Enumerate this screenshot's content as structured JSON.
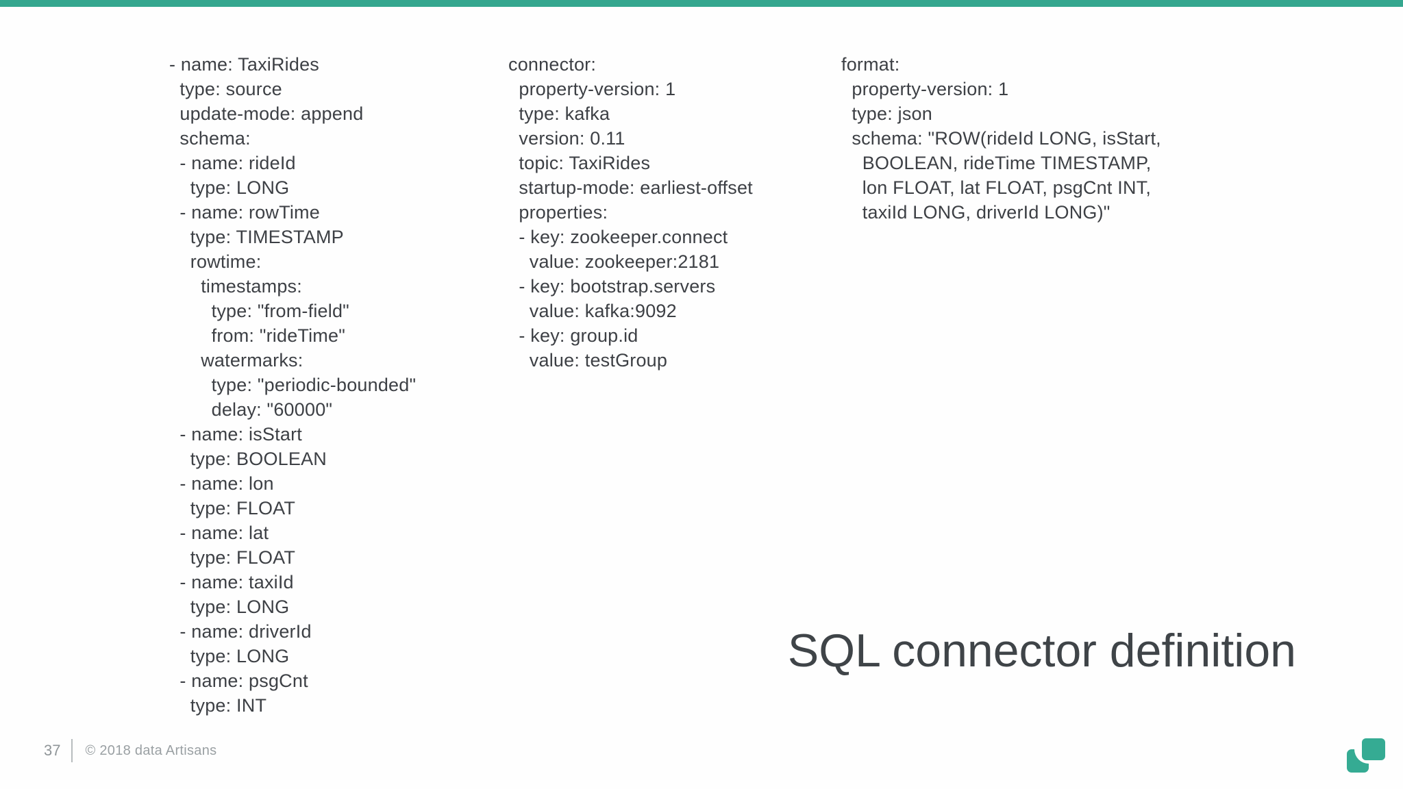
{
  "accent_color": "#35a78f",
  "text_color": "#3d4045",
  "title": "SQL connector definition",
  "columns": [
    {
      "id": "table-definition",
      "lines": [
        "- name: TaxiRides",
        "  type: source",
        "  update-mode: append",
        "  schema:",
        "  - name: rideId",
        "    type: LONG",
        "  - name: rowTime",
        "    type: TIMESTAMP",
        "    rowtime:",
        "      timestamps:",
        "        type: \"from-field\"",
        "        from: \"rideTime\"",
        "      watermarks:",
        "        type: \"periodic-bounded\"",
        "        delay: \"60000\"",
        "  - name: isStart",
        "    type: BOOLEAN",
        "  - name: lon",
        "    type: FLOAT",
        "  - name: lat",
        "    type: FLOAT",
        "  - name: taxiId",
        "    type: LONG",
        "  - name: driverId",
        "    type: LONG",
        "  - name: psgCnt",
        "    type: INT"
      ]
    },
    {
      "id": "connector-definition",
      "lines": [
        "connector:",
        "  property-version: 1",
        "  type: kafka",
        "  version: 0.11",
        "  topic: TaxiRides",
        "  startup-mode: earliest-offset",
        "  properties:",
        "  - key: zookeeper.connect",
        "    value: zookeeper:2181",
        "  - key: bootstrap.servers",
        "    value: kafka:9092",
        "  - key: group.id",
        "    value: testGroup"
      ]
    },
    {
      "id": "format-definition",
      "lines": [
        "format:",
        "  property-version: 1",
        "  type: json",
        "  schema: \"ROW(rideId LONG, isStart,",
        "    BOOLEAN, rideTime TIMESTAMP,",
        "    lon FLOAT, lat FLOAT, psgCnt INT,",
        "    taxiId LONG, driverId LONG)\""
      ]
    }
  ],
  "footer": {
    "page_number": "37",
    "copyright": "© 2018 data Artisans"
  },
  "logo": {
    "name": "data-artisans-logo",
    "color": "#35ab93"
  }
}
